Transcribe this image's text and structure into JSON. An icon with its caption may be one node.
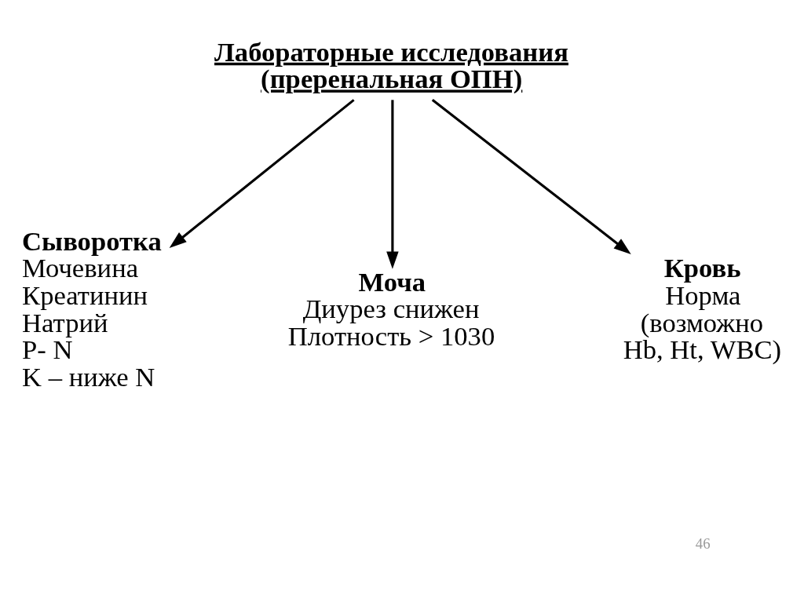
{
  "diagram": {
    "nodes": [
      {
        "text": [
          "Лабораторные исследования (преренальная ОПН)"
        ]
      },
      {
        "text": [
          "Сыворотка",
          "Мочевина",
          "Креатинин",
          "Натрий",
          "P- N",
          "K – ниже N"
        ]
      },
      {
        "text": [
          "Моча",
          "Диурез снижен",
          "Плотность > 1030"
        ]
      },
      {
        "text": [
          "Кровь",
          "Норма",
          "(возможно",
          "Hb, Ht, WBC)"
        ]
      }
    ],
    "edges": [
      {
        "from": 0,
        "to": 1,
        "arrow": "to"
      },
      {
        "from": 0,
        "to": 2,
        "arrow": "to"
      },
      {
        "from": 0,
        "to": 3,
        "arrow": "to"
      }
    ],
    "labels": [
      "46"
    ]
  }
}
